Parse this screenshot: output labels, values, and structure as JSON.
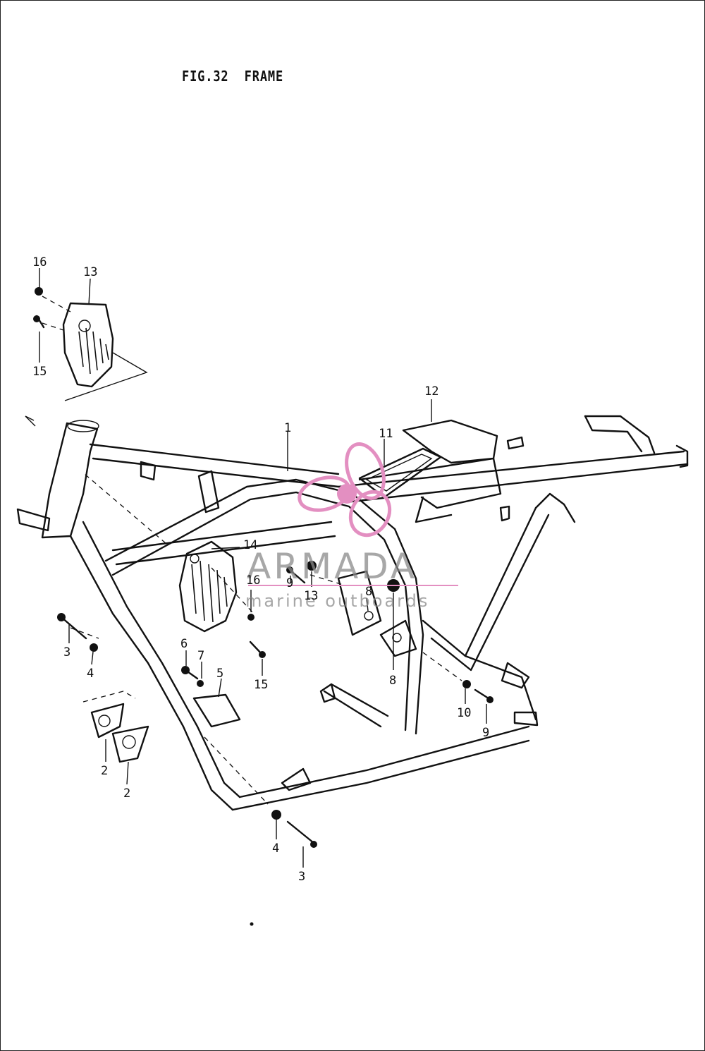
{
  "figure": {
    "title": "FIG.32  FRAME"
  },
  "callouts": {
    "c1": "1",
    "c2a": "2",
    "c2b": "2",
    "c3a": "3",
    "c3b": "3",
    "c4a": "4",
    "c4b": "4",
    "c5": "5",
    "c6": "6",
    "c7": "7",
    "c8a": "8",
    "c8b": "8",
    "c9a": "9",
    "c9b": "9",
    "c10": "10",
    "c11": "11",
    "c12": "12",
    "c13a": "13",
    "c13b": "13",
    "c14": "14",
    "c15a": "15",
    "c15b": "15",
    "c16a": "16",
    "c16b": "16"
  },
  "watermark": {
    "brand": "ARMADA",
    "tagline": "marine outboards",
    "color": "#e38fc1"
  }
}
